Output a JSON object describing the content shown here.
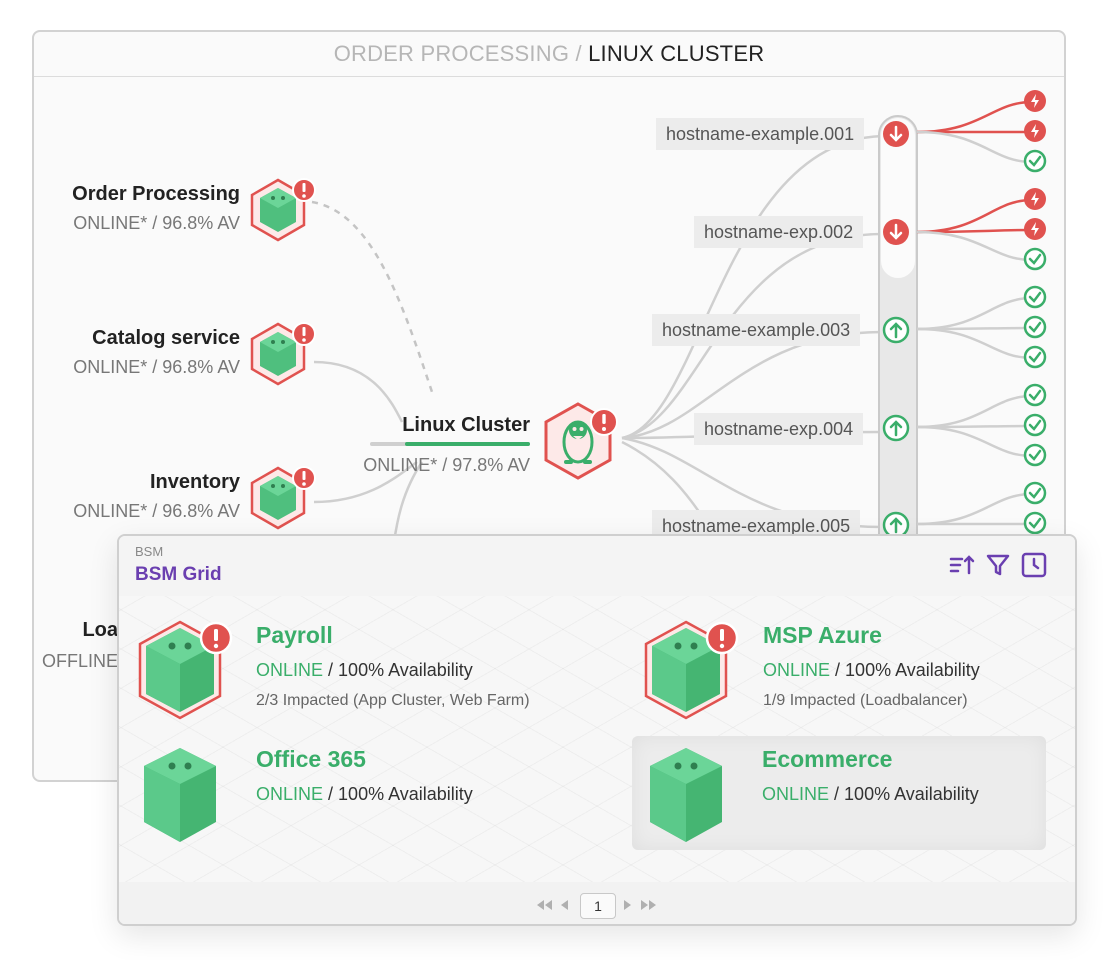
{
  "breadcrumb": {
    "root": "ORDER PROCESSING",
    "separator": "/",
    "current": "LINUX CLUSTER"
  },
  "services": [
    {
      "name": "Order Processing",
      "status": "ONLINE* / 96.8% AV"
    },
    {
      "name": "Catalog service",
      "status": "ONLINE* / 96.8% AV"
    },
    {
      "name": "Inventory",
      "status": "ONLINE* / 96.8% AV"
    },
    {
      "name": "Loa",
      "status": "OFFLINE"
    }
  ],
  "cluster": {
    "name": "Linux Cluster",
    "status": "ONLINE* / 97.8% AV",
    "availability": 0.978
  },
  "hosts": [
    {
      "name": "hostname-example.001",
      "state": "down",
      "children": [
        "critical",
        "critical",
        "ok"
      ]
    },
    {
      "name": "hostname-exp.002",
      "state": "down",
      "children": [
        "critical",
        "critical",
        "ok"
      ]
    },
    {
      "name": "hostname-example.003",
      "state": "up",
      "children": [
        "ok",
        "ok",
        "ok"
      ]
    },
    {
      "name": "hostname-exp.004",
      "state": "up",
      "children": [
        "ok",
        "ok",
        "ok"
      ]
    },
    {
      "name": "hostname-example.005",
      "state": "up",
      "children": [
        "ok",
        "ok"
      ]
    }
  ],
  "bsm": {
    "label": "BSM",
    "title": "BSM Grid",
    "tools": [
      "sort-icon",
      "filter-icon",
      "history-icon"
    ],
    "tiles": [
      {
        "title": "Payroll",
        "online": "ONLINE",
        "availability": "/ 100% Availability",
        "impacted": "2/3 Impacted (App Cluster, Web Farm)",
        "alert": true
      },
      {
        "title": "MSP Azure",
        "online": "ONLINE",
        "availability": "/ 100% Availability",
        "impacted": "1/9 Impacted (Loadbalancer)",
        "alert": true
      },
      {
        "title": "Office 365",
        "online": "ONLINE",
        "availability": "/ 100% Availability",
        "impacted": "",
        "alert": false
      },
      {
        "title": "Ecommerce",
        "online": "ONLINE",
        "availability": "/ 100% Availability",
        "impacted": "",
        "alert": false
      }
    ],
    "pagination": {
      "current": "1"
    }
  },
  "colors": {
    "ok": "#3aae6a",
    "critical": "#e0524f",
    "accent": "#6a3fb0",
    "node": "#5bc98a"
  }
}
